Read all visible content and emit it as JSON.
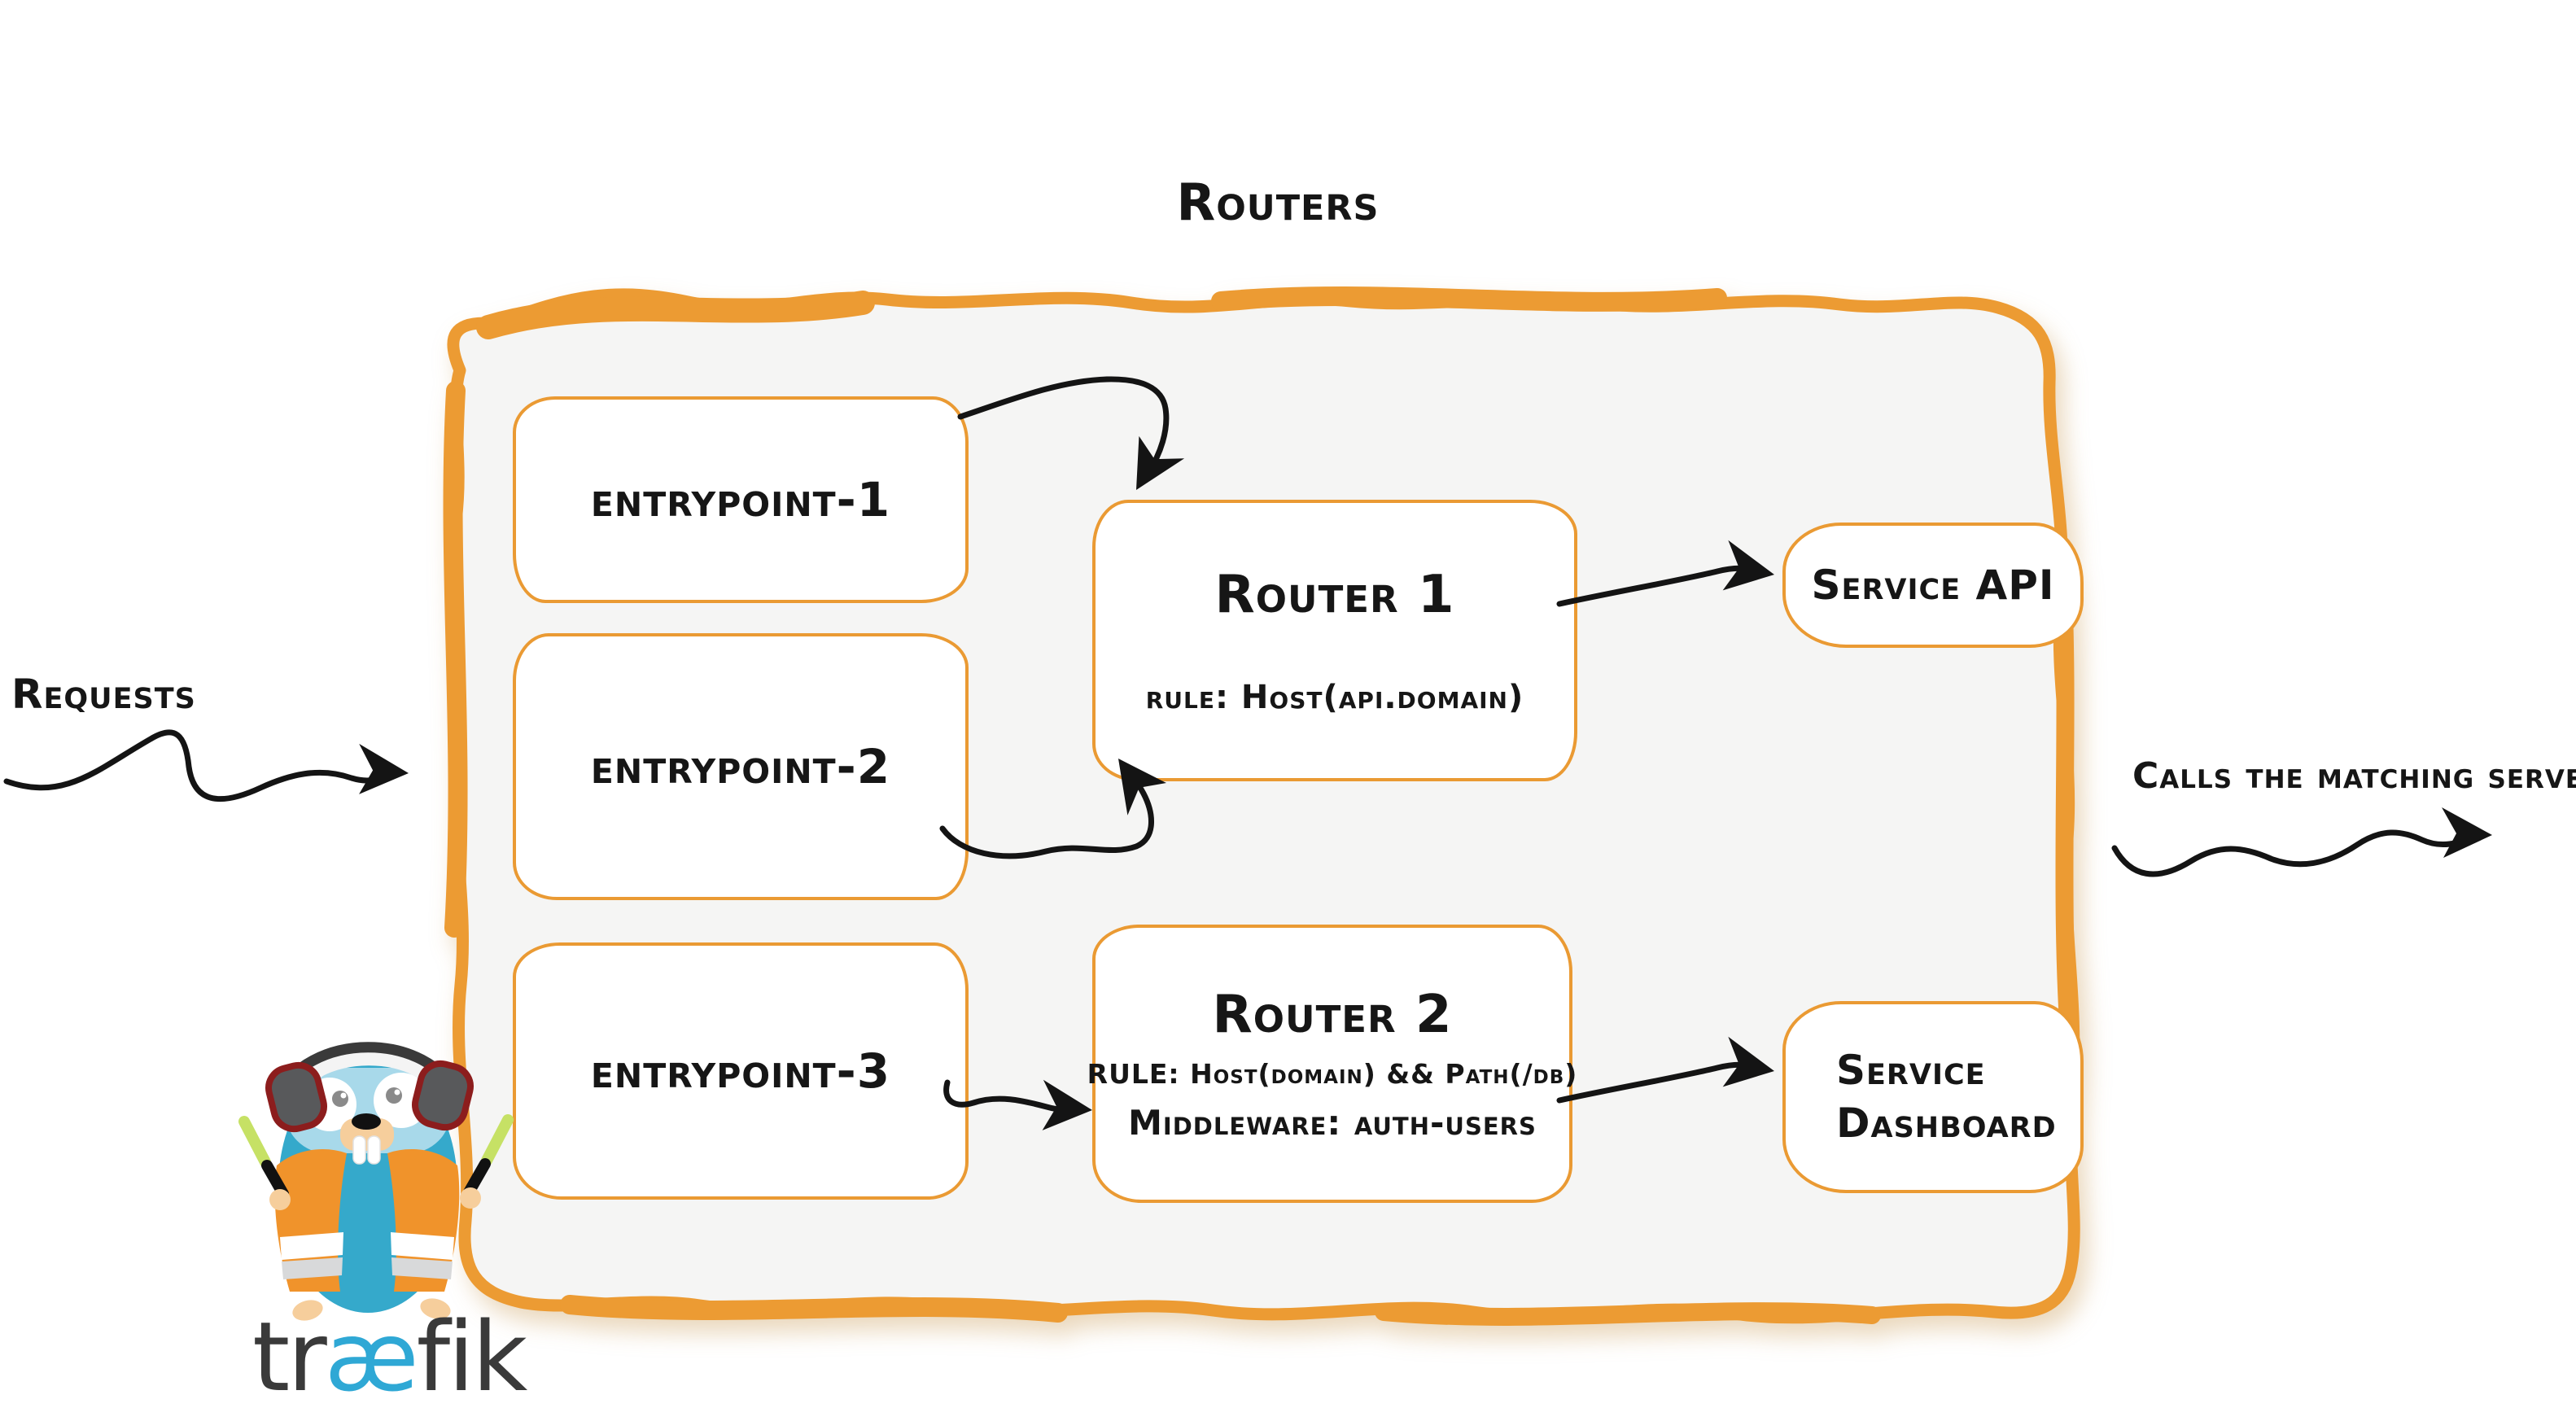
{
  "diagram": {
    "title": "Routers",
    "inbound_label": "Requests",
    "outbound_label": "Calls the matching server",
    "entrypoints": [
      {
        "label": "entrypoint-1"
      },
      {
        "label": "entrypoint-2"
      },
      {
        "label": "entrypoint-3"
      }
    ],
    "routers": [
      {
        "name": "Router 1",
        "rule": "rule: Host(api.domain)"
      },
      {
        "name": "Router 2",
        "rule": "RULE: Host(domain) && Path(/db)",
        "middleware": "Middleware: auth-users"
      }
    ],
    "services": [
      {
        "label": "Service API"
      },
      {
        "label": "Service Dashboard"
      }
    ],
    "logo": {
      "prefix": "tr",
      "ligature": "æ",
      "suffix": "fik"
    },
    "colors": {
      "accent_orange": "#EA9A33",
      "ink": "#161616",
      "logo_blue": "#2FA8D5",
      "panel_bg": "#F5F5F4",
      "gopher_teal": "#35A9CB"
    }
  }
}
